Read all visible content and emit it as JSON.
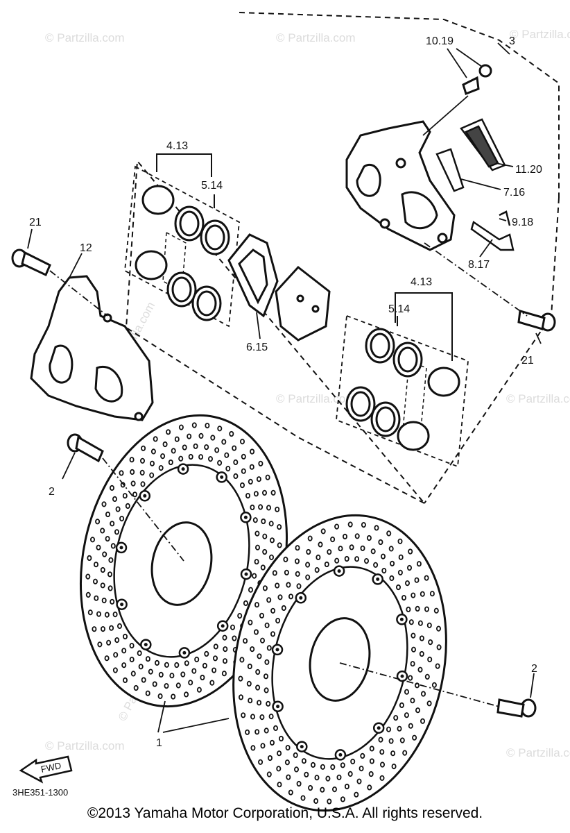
{
  "diagram": {
    "labels": {
      "l_10_19": "10.19",
      "l_3": "3",
      "l_4_13_a": "4.13",
      "l_5_14_a": "5.14",
      "l_11_20": "11.20",
      "l_7_16": "7.16",
      "l_9_18": "9.18",
      "l_8_17": "8.17",
      "l_21_a": "21",
      "l_12": "12",
      "l_6_15": "6.15",
      "l_4_13_b": "4.13",
      "l_5_14_b": "5.14",
      "l_21_b": "21",
      "l_2_a": "2",
      "l_2_b": "2",
      "l_1": "1",
      "fwd": "FWD"
    },
    "drawing_code": "3HE351-1300",
    "watermark": "© Partzilla.com"
  },
  "footer": {
    "copyright": "©2013  Yamaha Motor Corporation, U.S.A. All rights reserved."
  }
}
